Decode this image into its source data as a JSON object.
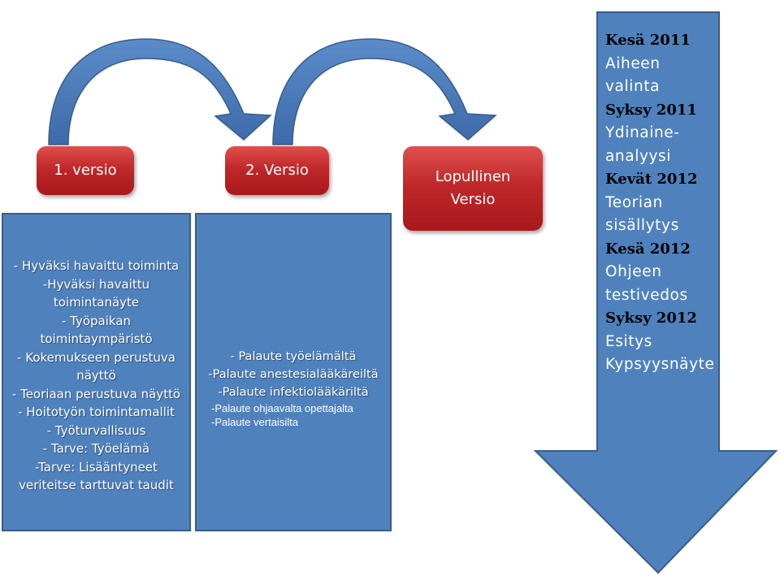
{
  "versions": {
    "v1": "1. versio",
    "v2": "2. Versio",
    "final_line1": "Lopullinen",
    "final_line2": "Versio"
  },
  "box1_items": [
    "- Hyväksi havaittu toiminta",
    "-Hyväksi havaittu",
    "toimintanäyte",
    "- Työpaikan",
    "toimintaympäristö",
    "- Kokemukseen perustuva",
    "näyttö",
    "- Teoriaan perustuva näyttö",
    "- Hoitotyön toimintamallit",
    "- Työturvallisuus",
    "- Tarve: Työelämä",
    "-Tarve: Lisääntyneet",
    "veriteitse tarttuvat taudit"
  ],
  "box2_items": [
    "- Palaute työelämältä",
    "-Palaute anestesialääkäreiltä",
    "-Palaute infektiolääkäriltä",
    "-Palaute ohjaavalta opettajalta",
    "-Palaute vertaisilta"
  ],
  "timeline": [
    {
      "year": "Kesä 2011",
      "lines": [
        "Aiheen",
        "valinta"
      ]
    },
    {
      "year": "Syksy 2011",
      "lines": [
        "Ydinaine-",
        "analyysi"
      ]
    },
    {
      "year": "Kevät 2012",
      "lines": [
        "Teorian",
        "sisällytys"
      ]
    },
    {
      "year": "Kesä 2012",
      "lines": [
        "Ohjeen",
        "testivedos"
      ]
    },
    {
      "year": "Syksy 2012",
      "lines": [
        "Esitys",
        "Kypsyysnäyte"
      ]
    }
  ],
  "colors": {
    "blue": "#4f81bd",
    "blue_border": "#385d8a",
    "red": "#c0282a"
  }
}
